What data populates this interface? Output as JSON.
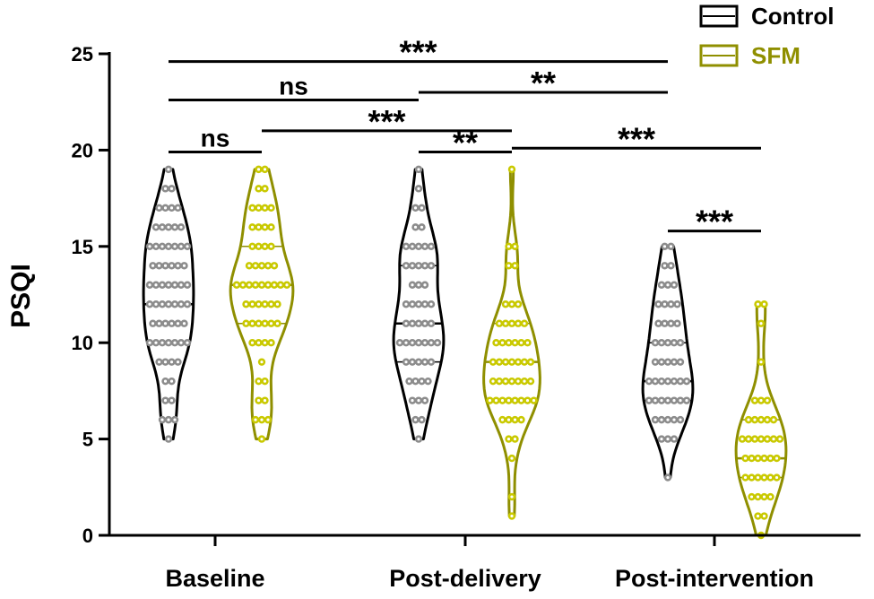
{
  "chart_data": {
    "type": "violin",
    "title": "",
    "xlabel": "",
    "ylabel": "PSQI",
    "ylim": [
      0,
      25
    ],
    "yticks": [
      "0",
      "5",
      "10",
      "15",
      "20",
      "25"
    ],
    "categories": [
      "Baseline",
      "Post-delivery",
      "Post-intervention"
    ],
    "legend": {
      "position": "top-right"
    },
    "series": [
      {
        "name": "Control",
        "line_color": "#000000",
        "dot_color": "#8c8c8c",
        "groups": [
          {
            "category": "Baseline",
            "median": 12,
            "q1": 10,
            "q3": 15,
            "counts": [
              [
                5,
                1
              ],
              [
                6,
                3
              ],
              [
                7,
                2
              ],
              [
                8,
                2
              ],
              [
                9,
                4
              ],
              [
                10,
                7
              ],
              [
                11,
                6
              ],
              [
                12,
                7
              ],
              [
                13,
                7
              ],
              [
                14,
                6
              ],
              [
                15,
                7
              ],
              [
                16,
                5
              ],
              [
                17,
                4
              ],
              [
                18,
                2
              ],
              [
                19,
                1
              ]
            ]
          },
          {
            "category": "Post-delivery",
            "median": 11,
            "q1": 9,
            "q3": 14,
            "counts": [
              [
                5,
                1
              ],
              [
                6,
                2
              ],
              [
                7,
                3
              ],
              [
                8,
                4
              ],
              [
                9,
                5
              ],
              [
                10,
                7
              ],
              [
                11,
                5
              ],
              [
                12,
                5
              ],
              [
                13,
                3
              ],
              [
                14,
                5
              ],
              [
                15,
                5
              ],
              [
                16,
                2
              ],
              [
                17,
                2
              ],
              [
                18,
                1
              ],
              [
                19,
                1
              ]
            ]
          },
          {
            "category": "Post-intervention",
            "median": 8,
            "q1": 7,
            "q3": 10,
            "counts": [
              [
                3,
                1
              ],
              [
                5,
                3
              ],
              [
                6,
                5
              ],
              [
                7,
                7
              ],
              [
                8,
                7
              ],
              [
                9,
                5
              ],
              [
                10,
                5
              ],
              [
                11,
                4
              ],
              [
                12,
                4
              ],
              [
                13,
                3
              ],
              [
                14,
                2
              ],
              [
                15,
                2
              ]
            ]
          }
        ]
      },
      {
        "name": "SFM",
        "line_color": "#8f8f00",
        "dot_color": "#c9c900",
        "groups": [
          {
            "category": "Baseline",
            "median": 13,
            "q1": 11,
            "q3": 15,
            "counts": [
              [
                5,
                1
              ],
              [
                6,
                3
              ],
              [
                7,
                2
              ],
              [
                8,
                2
              ],
              [
                9,
                1
              ],
              [
                10,
                4
              ],
              [
                11,
                6
              ],
              [
                12,
                6
              ],
              [
                13,
                9
              ],
              [
                14,
                5
              ],
              [
                15,
                4
              ],
              [
                16,
                4
              ],
              [
                17,
                4
              ],
              [
                18,
                2
              ],
              [
                19,
                2
              ]
            ]
          },
          {
            "category": "Post-delivery",
            "median": 9,
            "q1": 7,
            "q3": 11,
            "counts": [
              [
                1,
                1
              ],
              [
                2,
                1
              ],
              [
                4,
                1
              ],
              [
                5,
                2
              ],
              [
                6,
                4
              ],
              [
                7,
                8
              ],
              [
                8,
                7
              ],
              [
                9,
                7
              ],
              [
                10,
                6
              ],
              [
                11,
                5
              ],
              [
                12,
                3
              ],
              [
                14,
                2
              ],
              [
                15,
                2
              ],
              [
                19,
                1
              ]
            ]
          },
          {
            "category": "Post-intervention",
            "median": 4,
            "q1": 3,
            "q3": 6,
            "counts": [
              [
                0,
                1
              ],
              [
                1,
                2
              ],
              [
                2,
                4
              ],
              [
                3,
                6
              ],
              [
                4,
                6
              ],
              [
                5,
                7
              ],
              [
                6,
                5
              ],
              [
                7,
                3
              ],
              [
                9,
                1
              ],
              [
                11,
                1
              ],
              [
                12,
                2
              ]
            ]
          }
        ]
      }
    ],
    "annotations": [
      {
        "text": "***",
        "from": "Control Baseline",
        "to": "Control Post-intervention",
        "y": 24.6
      },
      {
        "text": "ns",
        "from": "Control Baseline",
        "to": "Control Post-delivery",
        "y": 22.6
      },
      {
        "text": "**",
        "from": "Control Post-delivery",
        "to": "Control Post-intervention",
        "y": 23.0
      },
      {
        "text": "***",
        "from": "SFM Baseline",
        "to": "SFM Post-delivery",
        "y": 21.0
      },
      {
        "text": "ns",
        "from": "Control Baseline",
        "to": "SFM Baseline",
        "y": 19.9
      },
      {
        "text": "**",
        "from": "Control Post-delivery",
        "to": "SFM Post-delivery",
        "y": 19.9
      },
      {
        "text": "***",
        "from": "SFM Post-delivery",
        "to": "SFM Post-intervention",
        "y": 20.1
      },
      {
        "text": "***",
        "from": "Control Post-intervention",
        "to": "SFM Post-intervention",
        "y": 15.8
      }
    ]
  }
}
